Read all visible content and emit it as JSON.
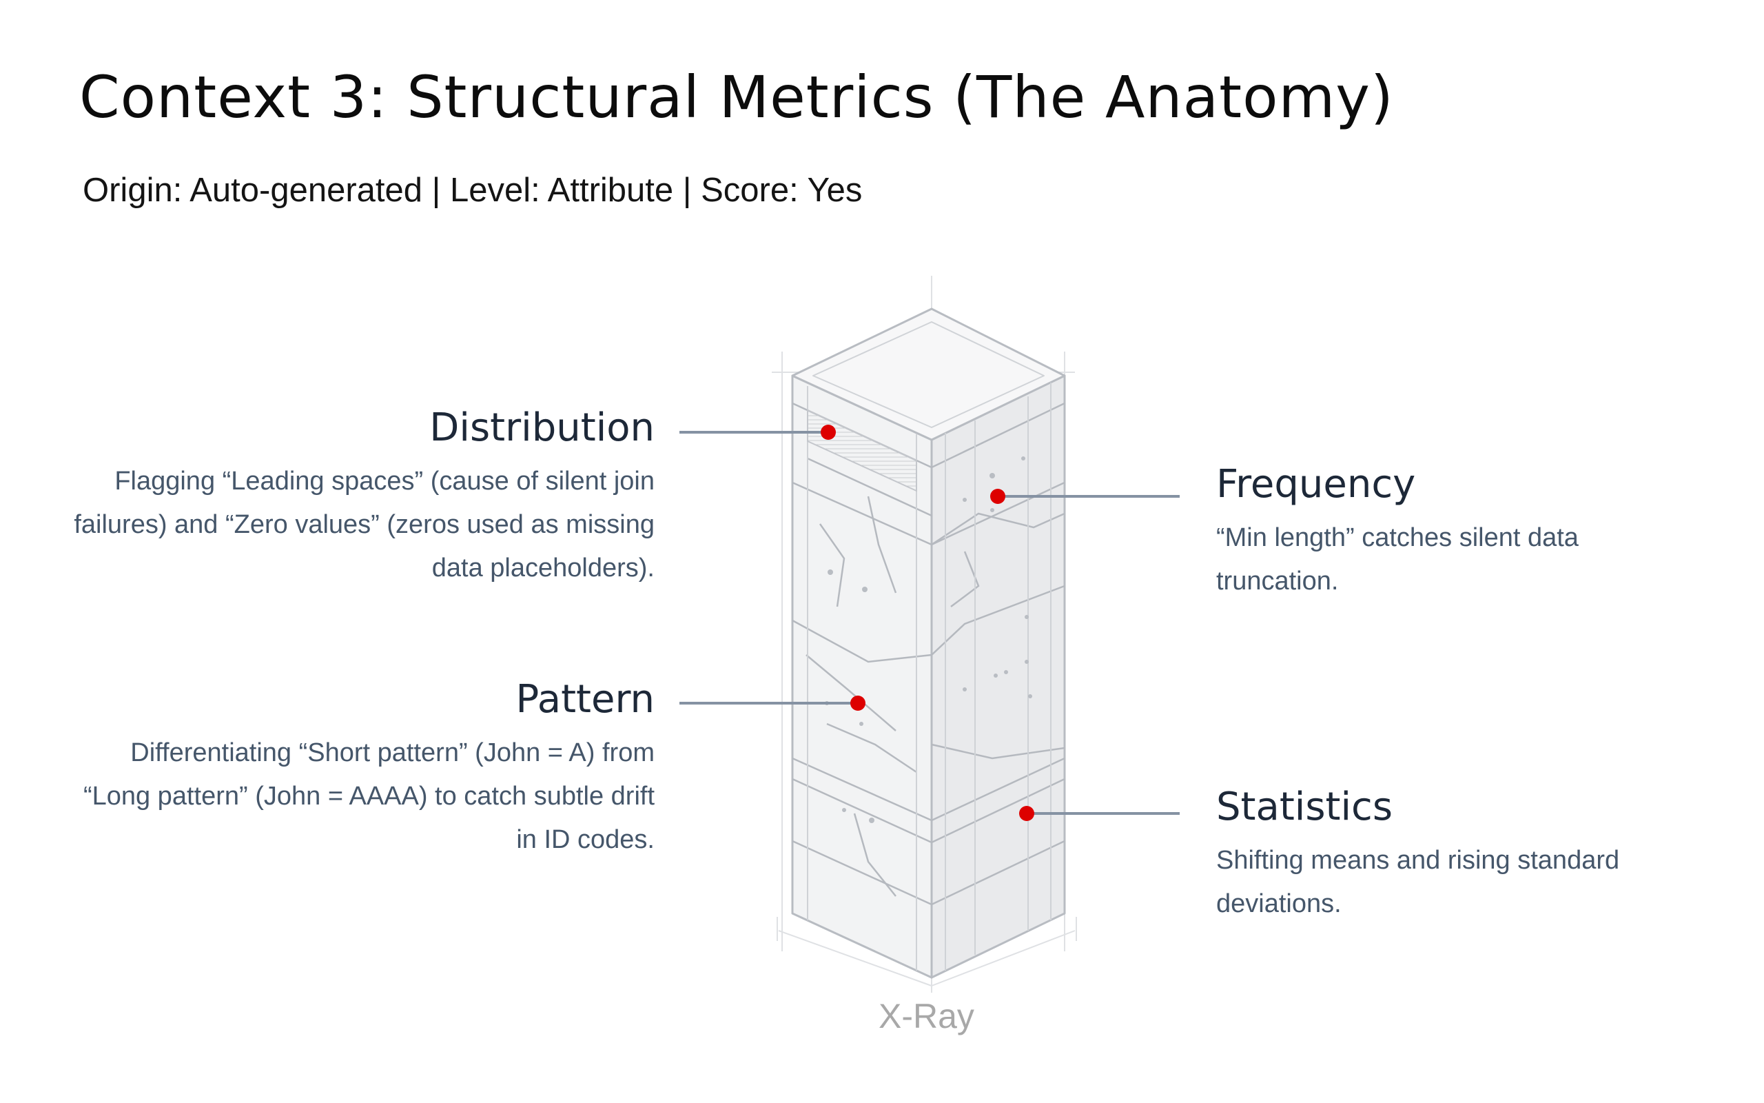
{
  "title": "Context 3: Structural Metrics (The Anatomy)",
  "subtitle": "Origin: Auto-generated | Level: Attribute | Score: Yes",
  "illustration_label": "X-Ray",
  "callouts": {
    "distribution": {
      "heading": "Distribution",
      "text": "Flagging “Leading spaces” (cause of silent join failures) and “Zero values” (zeros used as missing data placeholders)."
    },
    "pattern": {
      "heading": "Pattern",
      "text": "Differentiating “Short pattern” (John = A) from “Long pattern” (John = AAAA) to catch subtle drift in ID codes."
    },
    "frequency": {
      "heading": "Frequency",
      "text": "“Min length” catches silent data truncation."
    },
    "statistics": {
      "heading": "Statistics",
      "text": "Shifting means and rising standard deviations."
    }
  },
  "colors": {
    "marker": "#dd0000",
    "leader_line": "#8592a3",
    "heading": "#1d2838",
    "body_text": "#45566a",
    "sketch_line": "#b8bcc2"
  }
}
